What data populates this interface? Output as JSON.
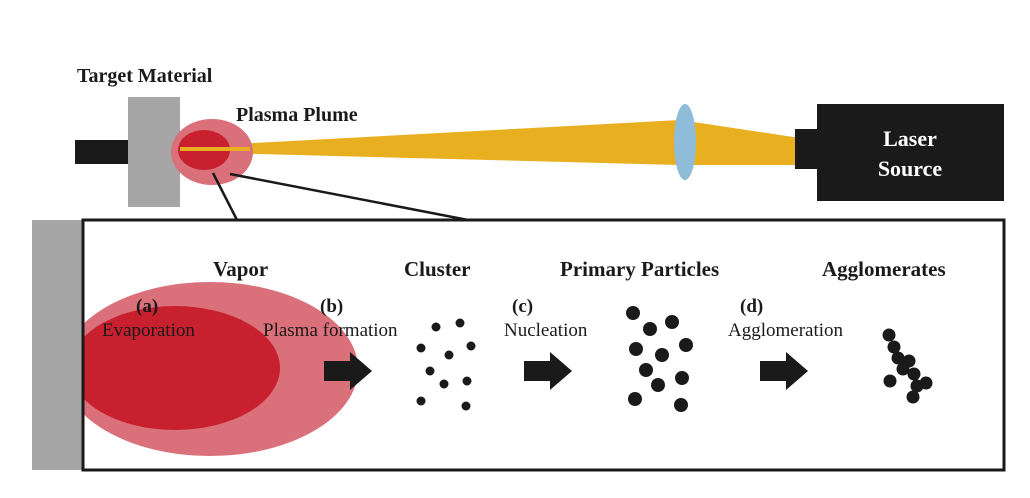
{
  "labels": {
    "target_material": "Target Material",
    "plasma_plume": "Plasma Plume",
    "laser_source_line1": "Laser",
    "laser_source_line2": "Source"
  },
  "stages": {
    "vapor": "Vapor",
    "cluster": "Cluster",
    "primary_particles": "Primary Particles",
    "agglomerates": "Agglomerates"
  },
  "steps": {
    "a": {
      "tag": "(a)",
      "label": "Evaporation"
    },
    "b": {
      "tag": "(b)",
      "label": "Plasma formation"
    },
    "c": {
      "tag": "(c)",
      "label": "Nucleation"
    },
    "d": {
      "tag": "(d)",
      "label": "Agglomeration"
    }
  },
  "colors": {
    "laser_beam": "#e8b020",
    "lens": "#8fbcd8",
    "plume_outer": "#d9707a",
    "plume_inner": "#c8202e",
    "target": "#a6a6a6",
    "dark": "#1a1a1a"
  }
}
